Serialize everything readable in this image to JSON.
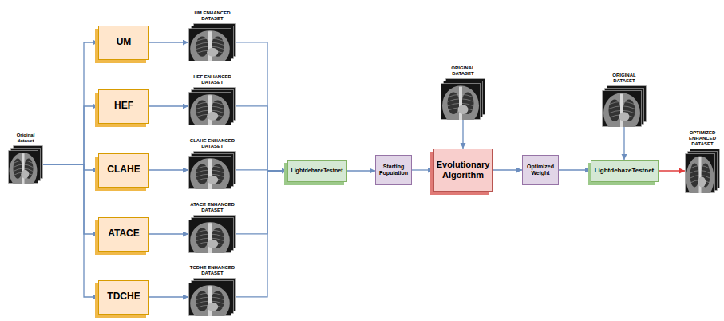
{
  "diagram": {
    "nodes": [
      {
        "text": [
          "Original dataset"
        ]
      },
      {
        "text": [
          "UM"
        ]
      },
      {
        "text": [
          "UM ENHANCED DATASET"
        ]
      },
      {
        "text": [
          "HEF"
        ]
      },
      {
        "text": [
          "HEF ENHANCED DATASET"
        ]
      },
      {
        "text": [
          "CLAHE"
        ]
      },
      {
        "text": [
          "CLAHE ENHANCED DATASET"
        ]
      },
      {
        "text": [
          "ATACE"
        ]
      },
      {
        "text": [
          "ATACE ENHANCED DATASET"
        ]
      },
      {
        "text": [
          "TDCHE"
        ]
      },
      {
        "text": [
          "TCDHE ENHANCED DATASET"
        ]
      },
      {
        "text": [
          "LightdehazeTestnet"
        ]
      },
      {
        "text": [
          "Starting Population"
        ]
      },
      {
        "text": [
          "ORIGINAL DATASET"
        ]
      },
      {
        "text": [
          "Evolutionary Algorithm"
        ]
      },
      {
        "text": [
          "Optimized Weight"
        ]
      },
      {
        "text": [
          "ORIGINAL DATASET"
        ]
      },
      {
        "text": [
          "LightdehazeTestnet"
        ]
      },
      {
        "text": [
          "OPTIMIZED ENHANCED DATASET"
        ]
      }
    ],
    "edges": [
      {
        "from": 0,
        "to": 1,
        "arrow": "to"
      },
      {
        "from": 0,
        "to": 3,
        "arrow": "to"
      },
      {
        "from": 0,
        "to": 5,
        "arrow": "to"
      },
      {
        "from": 0,
        "to": 7,
        "arrow": "to"
      },
      {
        "from": 0,
        "to": 9,
        "arrow": "to"
      },
      {
        "from": 1,
        "to": 2,
        "arrow": "to"
      },
      {
        "from": 3,
        "to": 4,
        "arrow": "to"
      },
      {
        "from": 5,
        "to": 6,
        "arrow": "to"
      },
      {
        "from": 7,
        "to": 8,
        "arrow": "to"
      },
      {
        "from": 9,
        "to": 10,
        "arrow": "to"
      },
      {
        "from": 2,
        "to": 11,
        "arrow": "to"
      },
      {
        "from": 4,
        "to": 11,
        "arrow": "to"
      },
      {
        "from": 6,
        "to": 11,
        "arrow": "to"
      },
      {
        "from": 8,
        "to": 11,
        "arrow": "to"
      },
      {
        "from": 10,
        "to": 11,
        "arrow": "to"
      },
      {
        "from": 11,
        "to": 12,
        "arrow": "to"
      },
      {
        "from": 12,
        "to": 14,
        "arrow": "to"
      },
      {
        "from": 13,
        "to": 14,
        "arrow": "to"
      },
      {
        "from": 14,
        "to": 15,
        "arrow": "to"
      },
      {
        "from": 15,
        "to": 17,
        "arrow": "to"
      },
      {
        "from": 16,
        "to": 17,
        "arrow": "to"
      },
      {
        "from": 17,
        "to": 18,
        "arrow": "to"
      }
    ]
  }
}
